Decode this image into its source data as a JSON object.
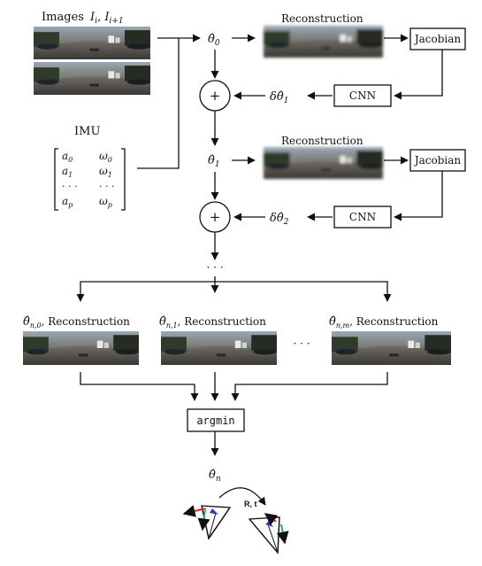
{
  "inputs": {
    "images_label": "Images",
    "images_var": "I",
    "images_sub_i": "i",
    "images_sub_i1": "i+1",
    "imu_label": "IMU",
    "imu_matrix": {
      "col1": [
        "a",
        "a",
        "· · ·",
        "a"
      ],
      "col1_subs": [
        "0",
        "1",
        "",
        "p"
      ],
      "col2": [
        "ω",
        "ω",
        "· · ·",
        "ω"
      ],
      "col2_subs": [
        "0",
        "1",
        "",
        "p"
      ]
    }
  },
  "pipeline": {
    "theta0": "θ̂",
    "theta0_sub": "0",
    "theta1": "θ̂",
    "theta1_sub": "1",
    "recon_label_1": "Reconstruction",
    "recon_label_2": "Reconstruction",
    "jacobian_label_1": "Jacobian",
    "jacobian_label_2": "Jacobian",
    "cnn_label_1": "CNN",
    "cnn_label_2": "CNN",
    "delta1": "δθ̂",
    "delta1_sub": "1",
    "delta2": "δθ̂",
    "delta2_sub": "2",
    "plus_symbol": "+",
    "ellipsis": "· · ·"
  },
  "hypotheses": [
    {
      "theta": "θ̂",
      "sub": "n,0",
      "suffix": ", Reconstruction"
    },
    {
      "theta": "θ̂",
      "sub": "n,1",
      "suffix": ", Reconstruction"
    },
    {
      "theta": "θ̂",
      "sub": "n,m",
      "suffix": ", Reconstruction"
    }
  ],
  "hyp_ellipsis": "· · ·",
  "argmin_label": "argmin",
  "output": {
    "theta": "θ̂",
    "sub": "n",
    "rt_label": "R, t"
  },
  "colors": {
    "axis_red": "#e8231f",
    "axis_green": "#22b14c",
    "axis_blue": "#1f3fd6"
  }
}
